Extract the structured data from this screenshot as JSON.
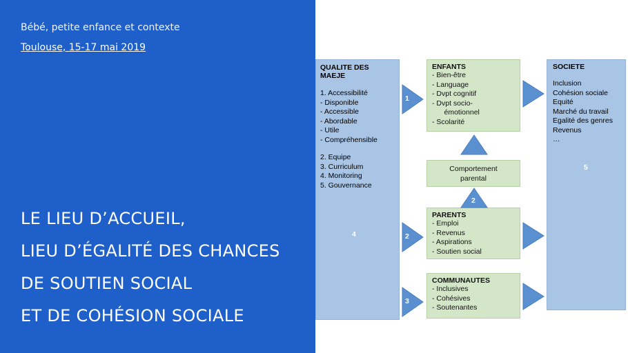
{
  "header": {
    "event_name": "Bébé, petite enfance et contexte",
    "event_date": "Toulouse, 15-17 mai 2019"
  },
  "headline": {
    "lines": [
      "LE LIEU D’ACCUEIL,",
      "LIEU D’ÉGALITÉ DES CHANCES",
      "DE SOUTIEN SOCIAL",
      "ET DE COHÉSION SOCIALE"
    ]
  },
  "diagram": {
    "qualite": {
      "title_lines": [
        "QUALITE DES",
        "MAEJE"
      ],
      "items": [
        "1.   Accessibilité",
        "-     Disponible",
        "-     Accessible",
        "-     Abordable",
        "-     Utile",
        "-     Compréhensible"
      ],
      "items2": [
        "2.   Equipe",
        "3.   Curriculum",
        "4.   Monitoring",
        "5.   Gouvernance"
      ],
      "number": "4"
    },
    "enfants": {
      "title": "ENFANTS",
      "items": [
        "-     Bien-être",
        "-     Language",
        "-     Dvpt cognitif",
        "-     Dvpt socio-",
        "      émotionnel",
        "-     Scolarité"
      ]
    },
    "comportement": {
      "lines": [
        "Comportement",
        "parental"
      ]
    },
    "parents": {
      "title": "PARENTS",
      "items": [
        "-     Emploi",
        "-     Revenus",
        "-     Aspirations",
        "-     Soutien social"
      ]
    },
    "communautes": {
      "title": "COMMUNAUTES",
      "items": [
        "-     Inclusives",
        "-     Cohésives",
        "-     Soutenantes"
      ]
    },
    "societe": {
      "title": "SOCIETE",
      "items": [
        "Inclusion",
        "Cohésion sociale",
        "Equité",
        "Marché du travail",
        "Egalité des genres",
        "Revenus",
        "…"
      ],
      "number": "5"
    },
    "arrow_labels": {
      "a1": "1",
      "a2": "2",
      "a2b": "2",
      "a3": "3"
    },
    "colors": {
      "panel": "#a9c5e6",
      "box": "#d3e6c8",
      "arrow": "#5a8fd0"
    }
  }
}
